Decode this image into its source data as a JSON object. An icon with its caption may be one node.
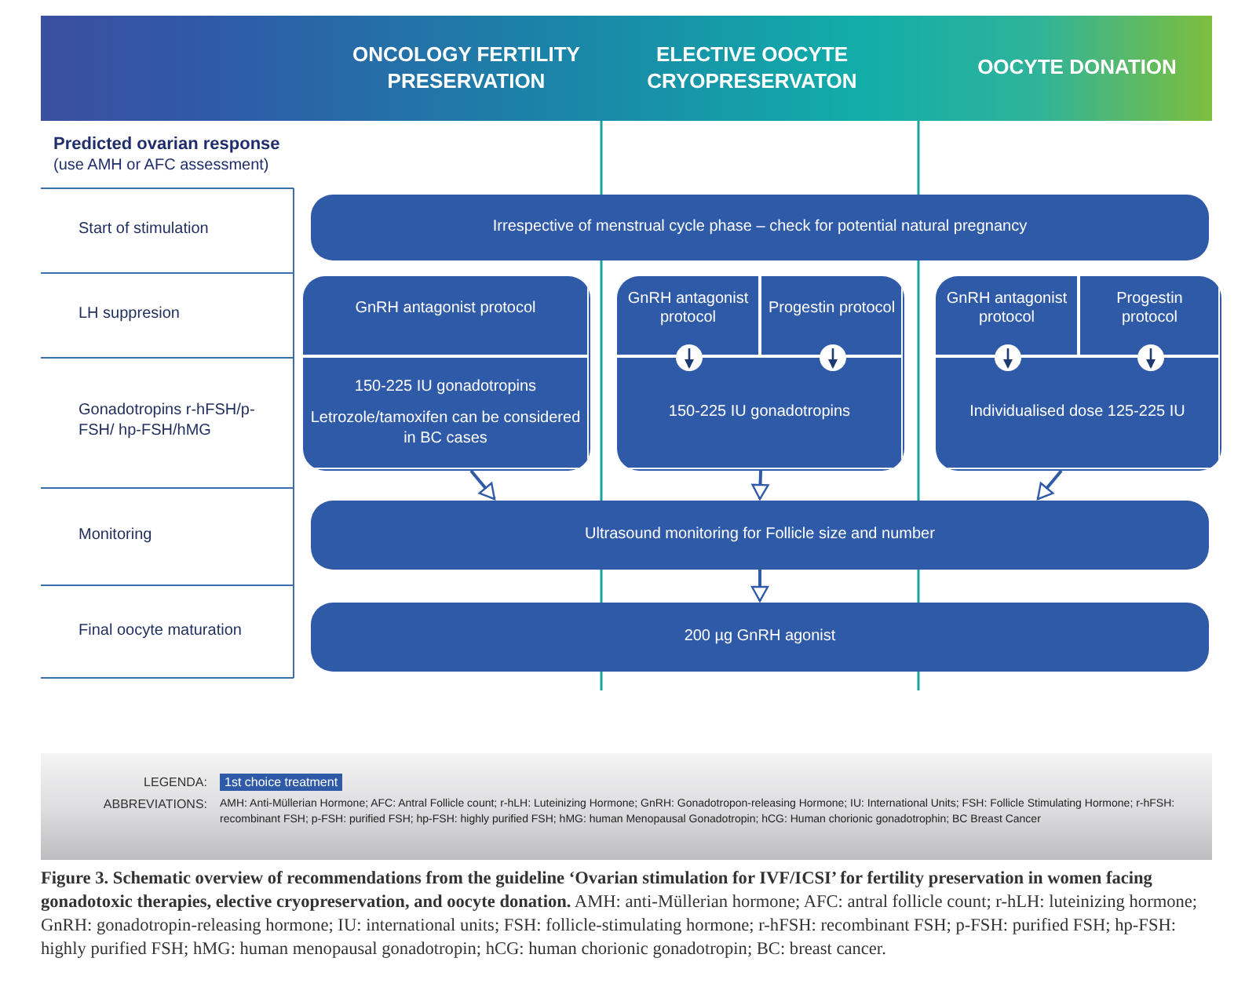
{
  "diagram": {
    "caption": "**Figure 3. Schematic overview of recommendations from the guideline ‘Ovarian stimulation for IVF/ICSI’ for fertility preservation in women facing gonadotoxic therapies, elective cryopreservation, and oocyte donation.** AMH: anti-Müllerian hormone; AFC: antral follicle count; r-hLH: luteinizing hormone; GnRH: gonadotropin-releasing hormone; IU: international units; FSH: follicle-stimulating hormone; r-hFSH: recombinant FSH; p-FSH: purified FSH; hp-FSH: highly purified FSH; hMG: human menopausal gonadotropin; hCG: human chorionic gonadotropin; BC: breast cancer.",
    "nodes": [
      {
        "text": [
          "Irrespective of menstrual cycle phase – check for potential natural pregnancy"
        ]
      },
      {
        "text": [],
        "shape": "box"
      },
      {
        "text": [
          "GnRH antagonist protocol"
        ],
        "in": 1
      },
      {
        "text": [
          "150-225 IU gonadotropins",
          "Letrozole/tamoxifen can be considered in BC cases"
        ],
        "in": 1
      },
      {
        "text": [],
        "shape": "box"
      },
      {
        "text": [
          "GnRH antagonist protocol"
        ],
        "in": 4
      },
      {
        "text": [
          "Progestin protocol"
        ],
        "in": 4
      },
      {
        "text": [
          "150-225 IU gonadotropins"
        ],
        "in": 4
      },
      {
        "text": [],
        "shape": "box"
      },
      {
        "text": [
          "GnRH antagonist protocol"
        ],
        "in": 8
      },
      {
        "text": [
          "Progestin protocol"
        ],
        "in": 8
      },
      {
        "text": [
          "Individualised dose 125-225 IU"
        ],
        "in": 8
      },
      {
        "text": [
          "Ultrasound monitoring for Follicle size and number"
        ]
      },
      {
        "text": [
          "200 µg GnRH agonist"
        ]
      }
    ],
    "edges": [
      {
        "from": 5,
        "to": 7,
        "arrow": "to",
        "color": "#1f3a70"
      },
      {
        "from": 6,
        "to": 7,
        "arrow": "to",
        "color": "#1f3a70"
      },
      {
        "from": 9,
        "to": 11,
        "arrow": "to",
        "color": "#1f3a70"
      },
      {
        "from": 10,
        "to": 11,
        "arrow": "to",
        "color": "#1f3a70"
      },
      {
        "from": 1,
        "to": 12,
        "arrow": "to"
      },
      {
        "from": 4,
        "to": 12,
        "arrow": "to"
      },
      {
        "from": 8,
        "to": 12,
        "arrow": "to"
      },
      {
        "from": 12,
        "to": 13,
        "arrow": "to"
      }
    ],
    "labels": [
      "ONCOLOGY FERTILITY PRESERVATION",
      "ELECTIVE OOCYTE CRYOPRESERVATON",
      "OOCYTE DONATION",
      "Predicted ovarian response",
      "(use AMH or AFC assessment)",
      "Start of stimulation",
      "LH suppresion",
      "Gonadotropins r-hFSH/p-FSH/ hp-FSH/hMG",
      "Monitoring",
      "Final oocyte maturation",
      "LEGENDA:",
      "ABBREVIATIONS:",
      "AMH: Anti-Müllerian Hormone; AFC: Antral Follicle count; r-hLH: Luteinizing Hormone; GnRH: Gonadotropon-releasing Hormone; IU: International Units; FSH: Follicle Stimulating Hormone; r-hFSH: recombinant FSH; p-FSH: purified FSH; hp-FSH: highly purified FSH; hMG: human Menopausal Gonadotropin; hCG: Human chorionic gonadotrophin; BC Breast Cancer"
    ],
    "legend": [
      {
        "text": "1st choice treatment",
        "color": "#2f5aa8"
      }
    ]
  }
}
